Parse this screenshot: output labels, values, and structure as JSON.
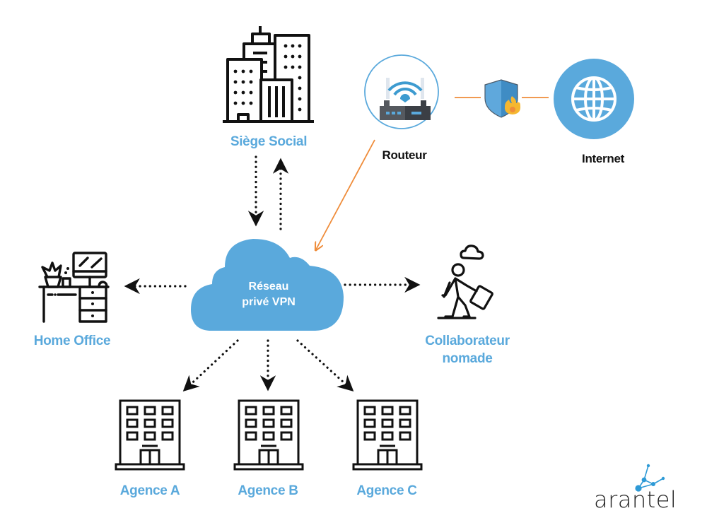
{
  "diagram": {
    "nodes": {
      "hq": {
        "label": "Siège Social",
        "icon": "office-towers-icon"
      },
      "router": {
        "label": "Routeur",
        "icon": "wifi-router-icon"
      },
      "firewall": {
        "icon": "shield-firewall-icon"
      },
      "internet": {
        "label": "Internet",
        "icon": "globe-icon"
      },
      "vpn": {
        "label_line1": "Réseau",
        "label_line2": "privé VPN",
        "icon": "cloud-icon"
      },
      "home_office": {
        "label": "Home Office",
        "icon": "desk-computer-icon"
      },
      "nomad": {
        "label_line1": "Collaborateur",
        "label_line2": "nomade",
        "icon": "walking-traveler-icon"
      },
      "agency_a": {
        "label": "Agence A",
        "icon": "building-icon"
      },
      "agency_b": {
        "label": "Agence B",
        "icon": "building-icon"
      },
      "agency_c": {
        "label": "Agence C",
        "icon": "building-icon"
      }
    },
    "edges": [
      {
        "from": "hq",
        "to": "vpn",
        "style": "dotted"
      },
      {
        "from": "vpn",
        "to": "hq",
        "style": "dotted"
      },
      {
        "from": "router",
        "to": "vpn",
        "style": "solid-orange"
      },
      {
        "from": "router",
        "to": "firewall",
        "style": "solid-orange"
      },
      {
        "from": "firewall",
        "to": "internet",
        "style": "solid-orange"
      },
      {
        "from": "vpn",
        "to": "home_office",
        "style": "dotted"
      },
      {
        "from": "vpn",
        "to": "nomad",
        "style": "dotted"
      },
      {
        "from": "vpn",
        "to": "agency_a",
        "style": "dotted"
      },
      {
        "from": "vpn",
        "to": "agency_b",
        "style": "dotted"
      },
      {
        "from": "vpn",
        "to": "agency_c",
        "style": "dotted"
      }
    ]
  },
  "logo": {
    "text": "arantel"
  },
  "colors": {
    "accent_blue": "#5aa9dc",
    "orange": "#ef8c3a",
    "ink": "#111111"
  }
}
